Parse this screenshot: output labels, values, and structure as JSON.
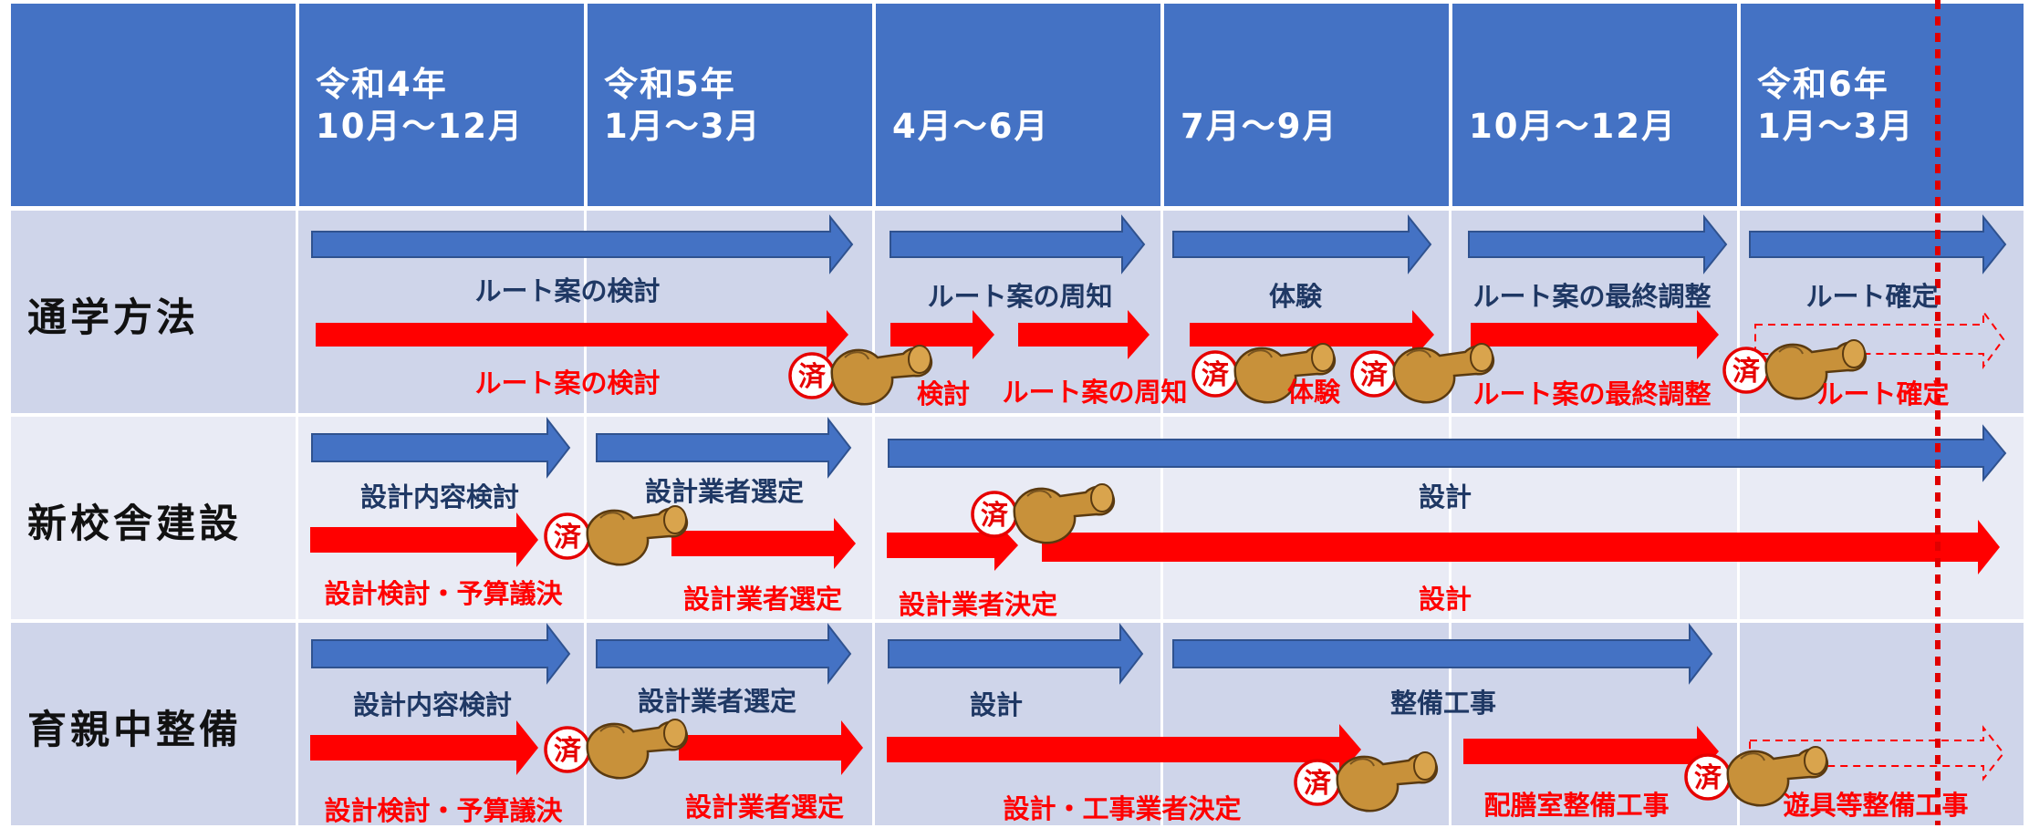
{
  "header": {
    "periods": [
      {
        "label": "令和4年\n10月～12月"
      },
      {
        "label": "令和5年\n1月～3月"
      },
      {
        "label": "4月～6月"
      },
      {
        "label": "7月～9月"
      },
      {
        "label": "10月～12月"
      },
      {
        "label": "令和6年\n1月～3月"
      }
    ]
  },
  "rows": [
    {
      "label": "通学方法",
      "plan_labels": [
        "ルート案の検討",
        "ルート案の周知",
        "体験",
        "ルート案の最終調整",
        "ルート確定"
      ],
      "actual_labels": [
        "ルート案の検討",
        "検討",
        "ルート案の周知",
        "体験",
        "ルート案の最終調整",
        "ルート確定"
      ]
    },
    {
      "label": "新校舎建設",
      "plan_labels": [
        "設計内容検討",
        "設計業者選定",
        "設計"
      ],
      "actual_labels": [
        "設計検討・予算議決",
        "設計業者選定",
        "設計業者決定",
        "設計"
      ]
    },
    {
      "label": "育親中整備",
      "plan_labels": [
        "設計内容検討",
        "設計業者選定",
        "設計",
        "整備工事"
      ],
      "actual_labels": [
        "設計検討・予算議決",
        "設計業者選定",
        "設計・工事業者決定",
        "配膳室整備工事",
        "遊具等整備工事"
      ]
    }
  ],
  "stamp_text": "済",
  "colors": {
    "header": "#4472c4",
    "row_dark": "#cfd5ea",
    "row_light": "#e9ebf5",
    "plan_arrow": "#4472c4",
    "actual_arrow": "#ff0000",
    "today_line": "#e00000"
  }
}
